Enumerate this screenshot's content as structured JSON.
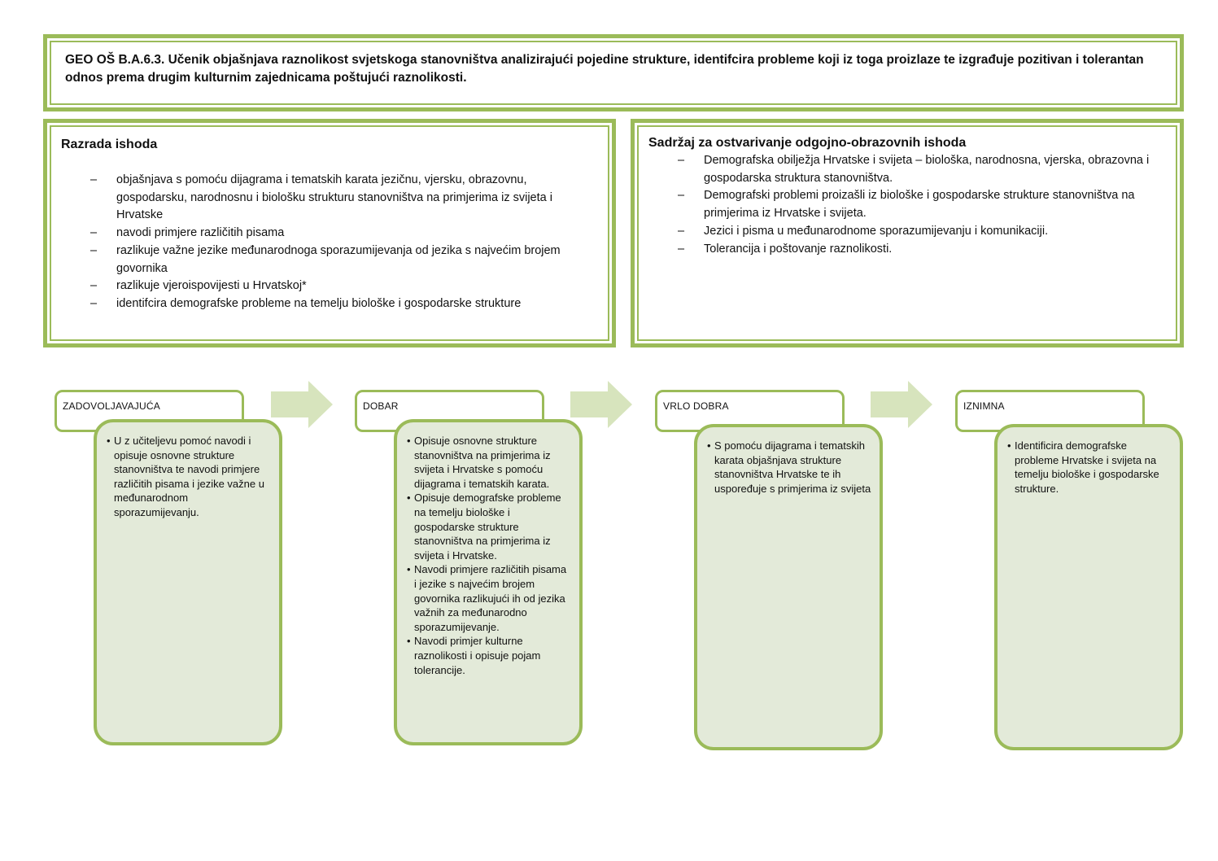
{
  "outcome": {
    "text": "GEO OŠ B.A.6.3. Učenik objašnjava raznolikost svjetskoga stanovništva analizirajući pojedine strukture, identifcira probleme koji iz toga proizlaze te izgrađuje pozitivan i tolerantan odnos prema drugim kulturnim zajednicama poštujući raznolikosti."
  },
  "razrada": {
    "title": "Razrada ishoda",
    "dash": "–",
    "items": [
      "objašnjava s pomoću dijagrama i tematskih karata jezičnu, vjersku, obrazovnu, gospodarsku, narodnosnu i biološku strukturu stanovništva na primjerima iz svijeta i Hrvatske",
      "navodi primjere različitih pisama",
      "razlikuje važne jezike međunarodnoga sporazumijevanja od jezika s najvećim brojem  govornika",
      "razlikuje vjeroispovijesti u Hrvatskoj*",
      "identifcira demografske probleme na temelju biološke i gospodarske strukture"
    ]
  },
  "sadrzaj": {
    "title": "Sadržaj za ostvarivanje odgojno-obrazovnih ishoda",
    "dash": "–",
    "items": [
      "Demografska obilježja Hrvatske i svijeta – biološka, narodnosna, vjerska, obrazovna i gospodarska struktura stanovništva.",
      "Demografski problemi proizašli iz biološke i gospodarske strukture stanovništva na primjerima iz Hrvatske i svijeta.",
      "Jezici i pisma u međunarodnome sporazumijevanju i komunikaciji.",
      "Tolerancija i poštovanje raznolikosti."
    ]
  },
  "bullet": "•",
  "levels": [
    {
      "label": "ZADOVOLJAVAJUĆA",
      "items": [
        "U z učiteljevu pomoć navodi i opisuje osnovne strukture stanovništva te navodi primjere različitih pisama i jezike važne u međunarodnom sporazumijevanju."
      ]
    },
    {
      "label": "DOBAR",
      "items": [
        "Opisuje osnovne strukture stanovništva na primjerima iz svijeta i Hrvatske s pomoću dijagrama i tematskih karata.",
        "Opisuje demografske probleme na temelju biološke i gospodarske strukture stanovništva na primjerima iz svijeta i Hrvatske.",
        "Navodi primjere različitih pisama i jezike s najvećim brojem govornika razlikujući ih od jezika važnih za međunarodno sporazumijevanje.",
        "Navodi primjer kulturne raznolikosti i opisuje pojam tolerancije."
      ]
    },
    {
      "label": "VRLO DOBRA",
      "items": [
        "S pomoću dijagrama i tematskih karata  objašnjava strukture stanovništva Hrvatske te ih uspoređuje s primjerima iz svijeta"
      ]
    },
    {
      "label": "IZNIMNA",
      "items": [
        "Identificira demografske probleme Hrvatske i svijeta na temelju biološke i gospodarske strukture."
      ]
    }
  ],
  "colors": {
    "frame_green": "#9bbb59",
    "card_fill": "#e3ead9",
    "arrow_fill": "#d7e4bd"
  }
}
